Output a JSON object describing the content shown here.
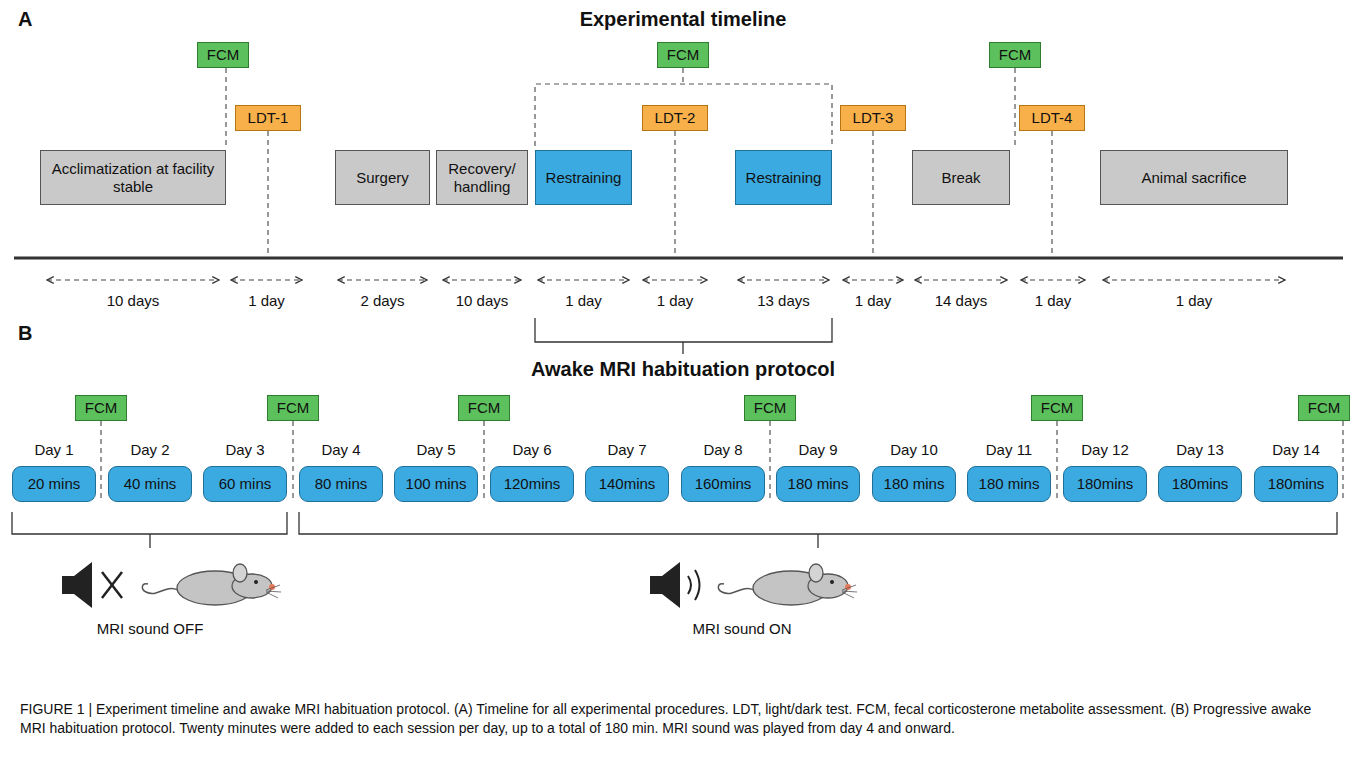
{
  "diagram": {
    "caption": "FIGURE 1 | Experiment timeline and awake MRI habituation protocol. (A) Timeline for all experimental procedures. LDT, light/dark test. FCM, fecal corticosterone metabolite assessment. (B) Progressive awake MRI habituation protocol. Twenty minutes were added to each session per day, up to a total of 180 min. MRI sound was played from day 4 and onward.",
    "nodes": [
      {
        "text": [
          "FCM"
        ]
      },
      {
        "text": [
          "FCM"
        ]
      },
      {
        "text": [
          "FCM"
        ]
      },
      {
        "text": [
          "Acclimatization at facility stable"
        ]
      },
      {
        "text": [
          "LDT-1"
        ]
      },
      {
        "text": [
          "Surgery"
        ]
      },
      {
        "text": [
          "Recovery/ handling"
        ]
      },
      {
        "text": [
          "Restraining"
        ]
      },
      {
        "text": [
          "LDT-2"
        ]
      },
      {
        "text": [
          "Restraining"
        ]
      },
      {
        "text": [
          "LDT-3"
        ]
      },
      {
        "text": [
          "Break"
        ]
      },
      {
        "text": [
          "LDT-4"
        ]
      },
      {
        "text": [
          "Animal sacrifice"
        ]
      },
      {
        "text": [
          "FCM"
        ]
      },
      {
        "text": [
          "FCM"
        ]
      },
      {
        "text": [
          "FCM"
        ]
      },
      {
        "text": [
          "FCM"
        ]
      },
      {
        "text": [
          "FCM"
        ]
      },
      {
        "text": [
          "FCM"
        ]
      },
      {
        "text": [
          "Day 1",
          "20 mins"
        ]
      },
      {
        "text": [
          "Day 2",
          "40 mins"
        ]
      },
      {
        "text": [
          "Day 3",
          "60 mins"
        ]
      },
      {
        "text": [
          "Day 4",
          "80 mins"
        ]
      },
      {
        "text": [
          "Day 5",
          "100 mins"
        ]
      },
      {
        "text": [
          "Day 6",
          "120mins"
        ]
      },
      {
        "text": [
          "Day 7",
          "140mins"
        ]
      },
      {
        "text": [
          "Day 8",
          "160mins"
        ]
      },
      {
        "text": [
          "Day 9",
          "180 mins"
        ]
      },
      {
        "text": [
          "Day 10",
          "180 mins"
        ]
      },
      {
        "text": [
          "Day 11",
          "180 mins"
        ]
      },
      {
        "text": [
          "Day 12",
          "180mins"
        ]
      },
      {
        "text": [
          "Day 13",
          "180mins"
        ]
      },
      {
        "text": [
          "Day 14",
          "180mins"
        ]
      }
    ],
    "labels": [
      "A",
      "Experimental timeline",
      "10 days",
      "1 day",
      "2 days",
      "10 days",
      "1 day",
      "1 day",
      "13 days",
      "1 day",
      "14 days",
      "1 day",
      "1 day",
      "B",
      "Awake MRI habituation protocol",
      "MRI sound OFF",
      "MRI sound ON"
    ]
  }
}
